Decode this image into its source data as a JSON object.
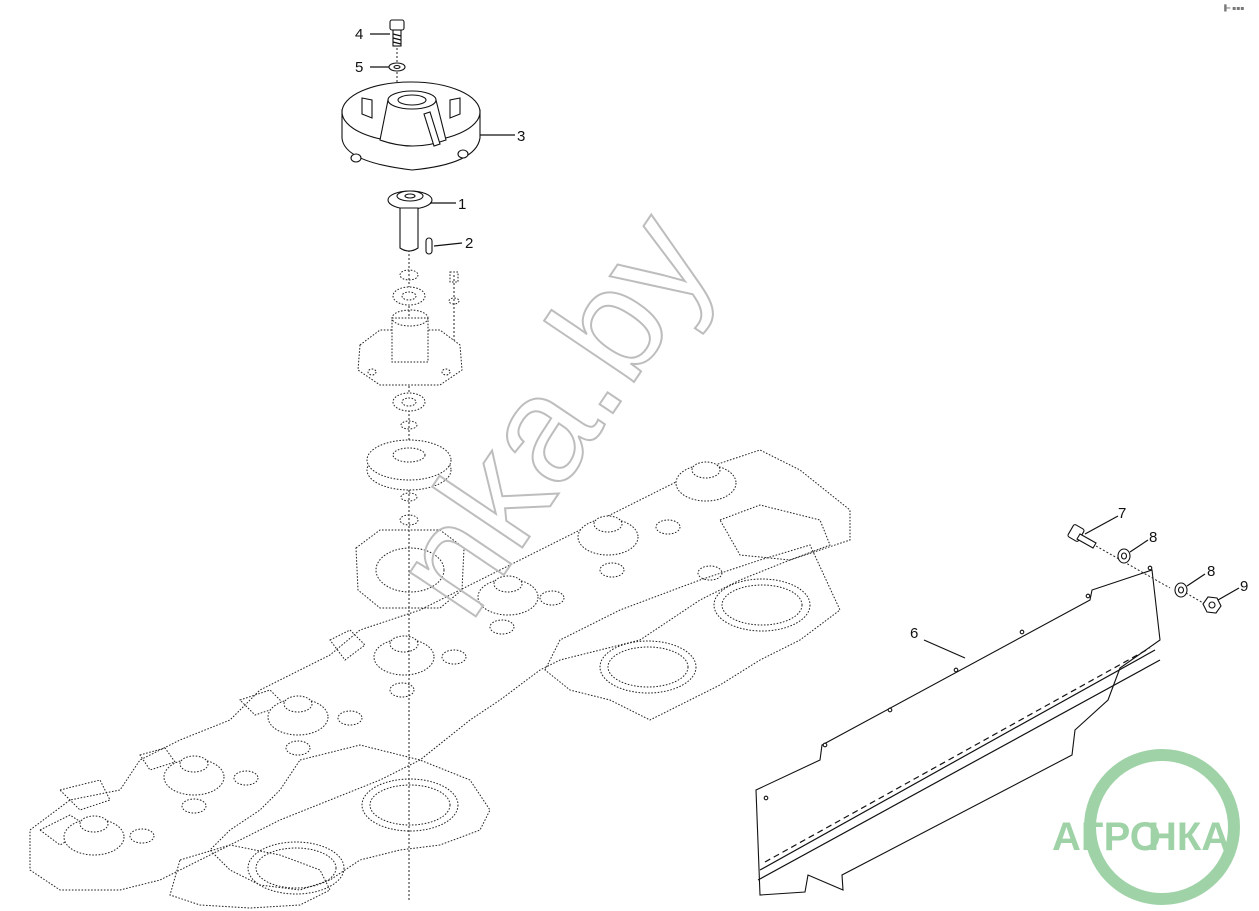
{
  "callouts": {
    "c1": "1",
    "c2": "2",
    "c3": "3",
    "c4": "4",
    "c5": "5",
    "c6": "6",
    "c7": "7",
    "c8a": "8",
    "c8b": "8",
    "c9": "9"
  },
  "watermark": {
    "text": "nka.by",
    "color": "#bdbdbd"
  },
  "logo": {
    "left_text": "АГРО",
    "right_text": "НКА",
    "color": "#9fd3a7"
  },
  "corner_mark": "▐━ ▪▪▪",
  "colors": {
    "line": "#111111",
    "background": "#ffffff"
  }
}
